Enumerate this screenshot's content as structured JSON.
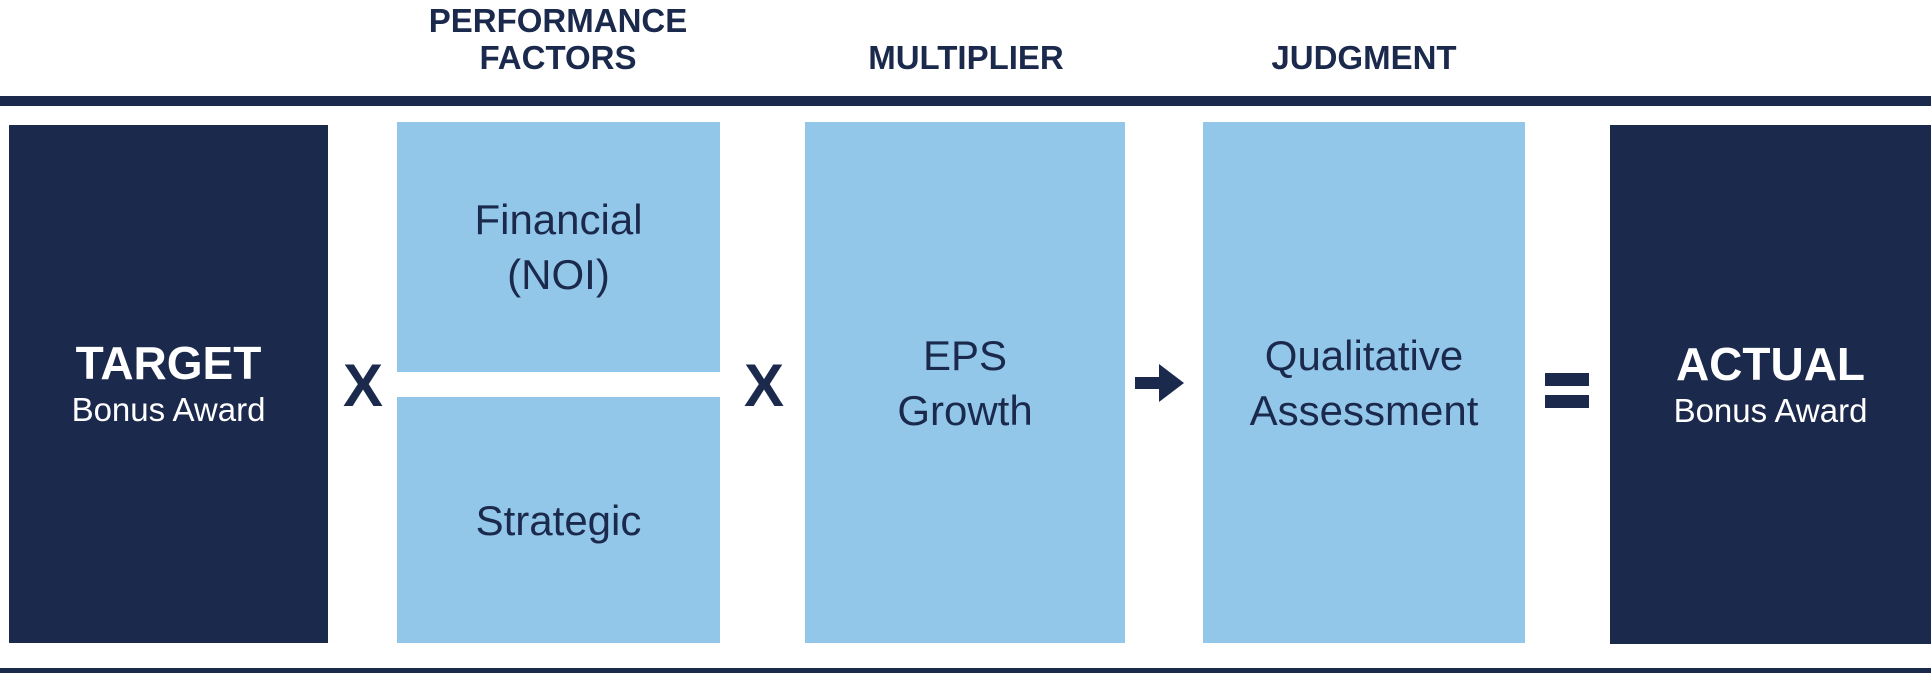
{
  "diagram": {
    "headers": {
      "performance_factors": "PERFORMANCE FACTORS",
      "multiplier": "MULTIPLIER",
      "judgment": "JUDGMENT"
    },
    "boxes": {
      "target": {
        "title": "TARGET",
        "subtitle": "Bonus Award"
      },
      "financial": {
        "label": "Financial (NOI)"
      },
      "strategic": {
        "label": "Strategic"
      },
      "eps_growth": {
        "label": "EPS Growth"
      },
      "qualitative": {
        "label": "Qualitative Assessment"
      },
      "actual": {
        "title": "ACTUAL",
        "subtitle": "Bonus Award"
      }
    },
    "operators": {
      "multiply_1": "X",
      "multiply_2": "X",
      "arrow_icon": "right-arrow-icon",
      "equals_icon": "equals-icon"
    },
    "colors": {
      "navy": "#1B2A4C",
      "light_blue": "#92C7E9",
      "text_on_dark": "#FFFFFF"
    }
  }
}
